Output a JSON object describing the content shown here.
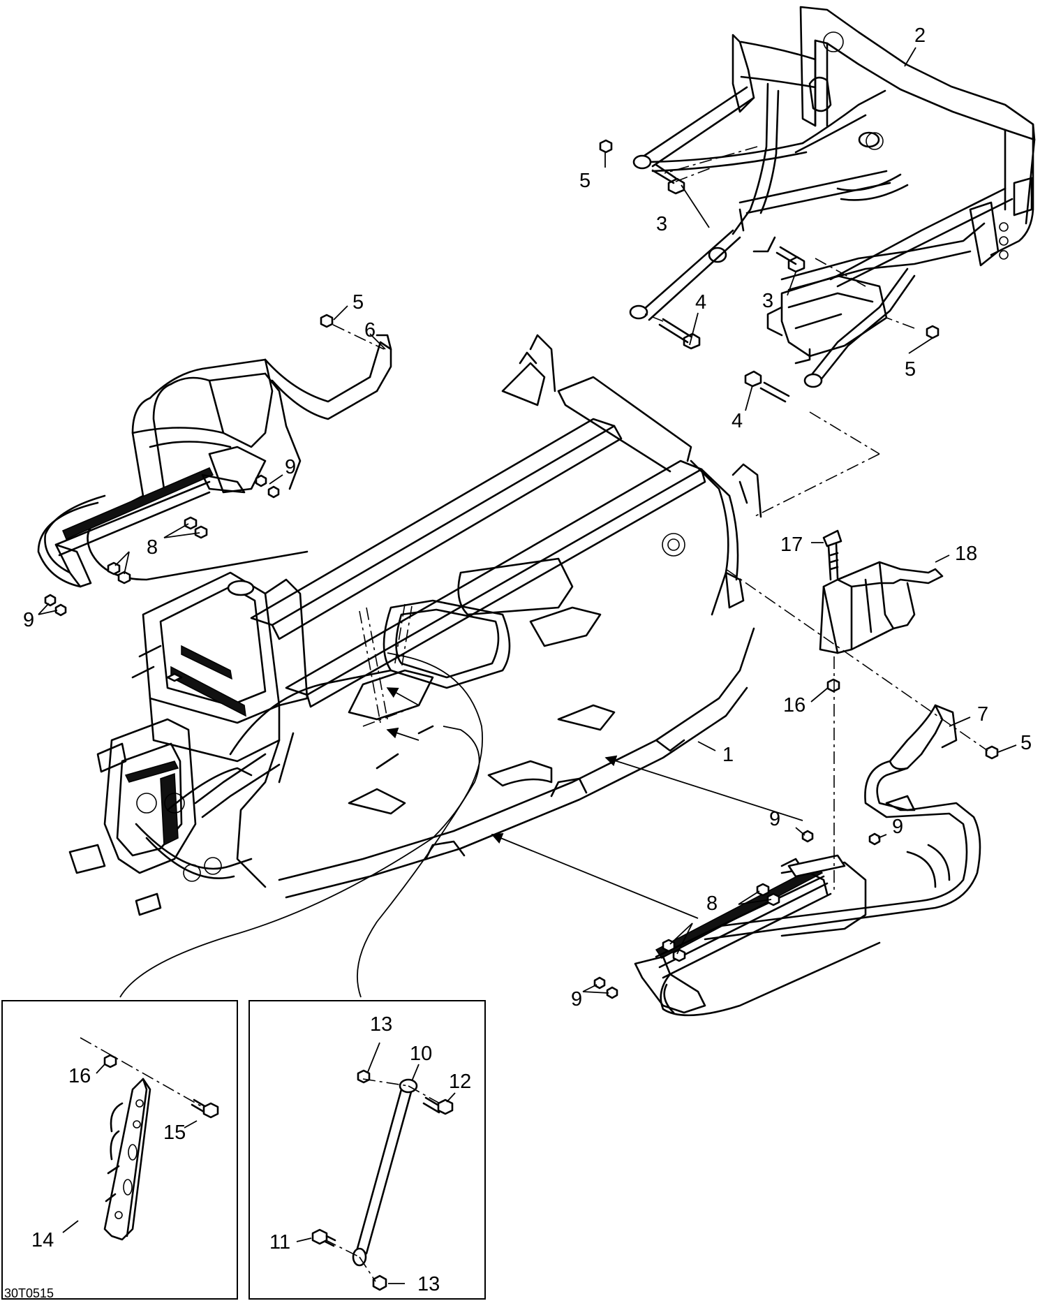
{
  "callouts": {
    "c1": "1",
    "c2": "2",
    "c3a": "3",
    "c3b": "3",
    "c4a": "4",
    "c4b": "4",
    "c5a": "5",
    "c5b": "5",
    "c5c": "5",
    "c5d": "5",
    "c6": "6",
    "c7": "7",
    "c8a": "8",
    "c8b": "8",
    "c9a": "9",
    "c9b": "9",
    "c9c": "9",
    "c9d": "9",
    "c9e": "9",
    "c10": "10",
    "c11": "11",
    "c12": "12",
    "c13a": "13",
    "c13b": "13",
    "c14": "14",
    "c15": "15",
    "c16a": "16",
    "c16b": "16",
    "c17": "17",
    "c18": "18"
  },
  "reference_code": "30T0515"
}
